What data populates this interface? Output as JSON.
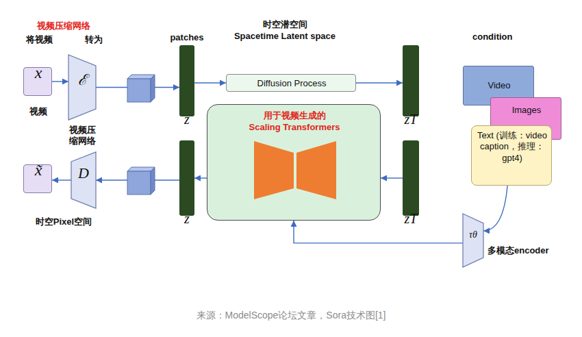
{
  "diagram": {
    "caption": "来源：ModelScope论坛文章，Sora技术图[1]",
    "nodes": [
      {
        "text": [
          "视频压缩网络",
          "时空Pixel空间"
        ]
      },
      {
        "text": [
          "x",
          "视频"
        ],
        "in": 0
      },
      {
        "text": [
          "ℰ",
          "视频压缩网络"
        ],
        "in": 0
      },
      {
        "text": [
          "x̃"
        ],
        "in": 0
      },
      {
        "text": [
          "D"
        ],
        "in": 0
      },
      {
        "text": [
          "时空潜空间",
          "Spacetime Latent space"
        ]
      },
      {
        "text": [
          "patches",
          "z"
        ],
        "in": 5
      },
      {
        "text": [
          "Diffusion Process"
        ],
        "in": 5
      },
      {
        "text": [
          "zT"
        ],
        "in": 5
      },
      {
        "text": [
          "用于视频生成的",
          "Scaling Transformers"
        ],
        "in": 5
      },
      {
        "text": [
          "z"
        ],
        "in": 5
      },
      {
        "text": [
          "zT"
        ],
        "in": 5
      },
      {
        "text": [
          "condition"
        ]
      },
      {
        "text": [
          "Video"
        ],
        "in": 12
      },
      {
        "text": [
          "Images"
        ],
        "in": 12
      },
      {
        "text": [
          "Text (训练：video caption，推理：gpt4)"
        ],
        "in": 12
      },
      {
        "text": [
          "τθ",
          "多模态encoder"
        ],
        "in": 12
      }
    ],
    "edges": [
      {
        "from": 1,
        "to": 2,
        "arrow": "to"
      },
      {
        "from": 2,
        "to": 6,
        "arrow": "to"
      },
      {
        "from": 6,
        "to": 7,
        "arrow": "to"
      },
      {
        "from": 7,
        "to": 8,
        "arrow": "to"
      },
      {
        "from": 11,
        "to": 9,
        "arrow": "to"
      },
      {
        "from": 9,
        "to": 10,
        "arrow": "to"
      },
      {
        "from": 10,
        "to": 4,
        "arrow": "to"
      },
      {
        "from": 4,
        "to": 3,
        "arrow": "to"
      },
      {
        "from": 15,
        "to": 16,
        "arrow": "to"
      },
      {
        "from": 16,
        "to": 9,
        "arrow": "to"
      }
    ],
    "labels": [
      "将视频",
      "转为"
    ]
  }
}
